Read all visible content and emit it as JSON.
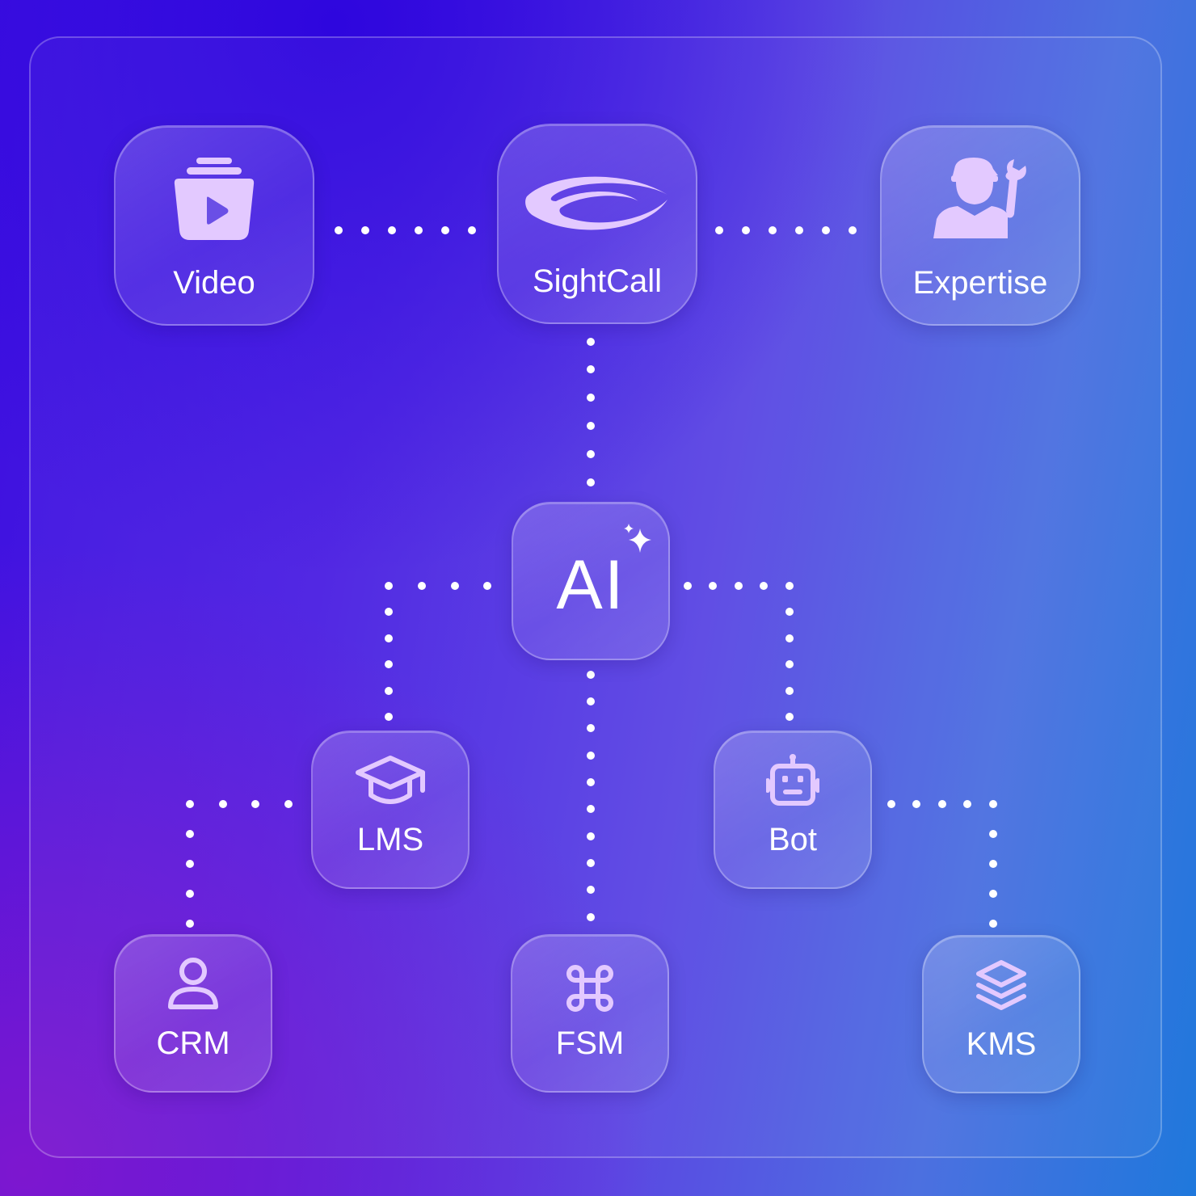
{
  "nodes": {
    "video": {
      "label": "Video",
      "icon": "video-library-icon"
    },
    "sightcall": {
      "label": "SightCall",
      "icon": "sightcall-eye-logo"
    },
    "expertise": {
      "label": "Expertise",
      "icon": "technician-wrench-icon"
    },
    "ai": {
      "label": "AI",
      "icon": "sparkle-icon"
    },
    "lms": {
      "label": "LMS",
      "icon": "graduation-cap-icon"
    },
    "bot": {
      "label": "Bot",
      "icon": "robot-icon"
    },
    "crm": {
      "label": "CRM",
      "icon": "user-icon"
    },
    "fsm": {
      "label": "FSM",
      "icon": "command-icon"
    },
    "kms": {
      "label": "KMS",
      "icon": "layers-icon"
    }
  },
  "colors": {
    "background_start": "#2e06de",
    "background_end": "#1f78dc",
    "icon_fill": "#e3c9ff",
    "connector_dots": "#ffffff"
  }
}
